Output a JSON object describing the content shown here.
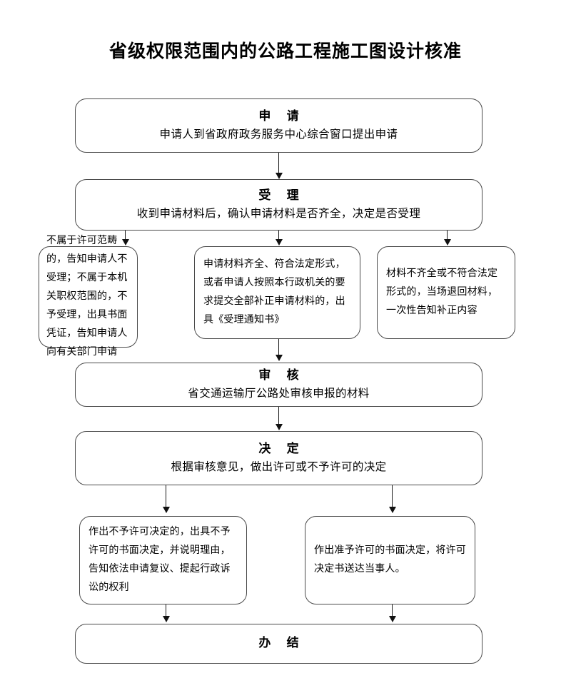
{
  "page": {
    "title": "省级权限范围内的公路工程施工图设计核准",
    "doc_type": "flowchart",
    "background_color": "#ffffff",
    "border_color": "#4a4a4a",
    "text_color": "#000000"
  },
  "flow": {
    "apply": {
      "heading": "申 请",
      "detail": "申请人到省政府政务服务中心综合窗口提出申请"
    },
    "accept": {
      "heading": "受 理",
      "detail": "收到申请材料后，确认申请材料是否齐全，决定是否受理"
    },
    "branches": [
      {
        "id": "not-in-scope",
        "text": "不属于许可范畴的，告知申请人不受理；不属于本机关职权范围的，不予受理，出具书面凭证，告知申请人向有关部门申请"
      },
      {
        "id": "materials-complete",
        "text": "申请材料齐全、符合法定形式，或者申请人按照本行政机关的要求提交全部补正申请材料的，出具《受理通知书》"
      },
      {
        "id": "materials-incomplete",
        "text": "材料不齐全或不符合法定形式的，当场退回材料，一次性告知补正内容"
      }
    ],
    "review": {
      "heading": "审 核",
      "detail": "省交通运输厅公路处审核申报的材料"
    },
    "decide": {
      "heading": "决 定",
      "detail": "根据审核意见，做出许可或不予许可的决定"
    },
    "outcomes": [
      {
        "id": "denied",
        "text": "作出不予许可决定的，出具不予许可的书面决定，并说明理由，告知依法申请复议、提起行政诉讼的权利"
      },
      {
        "id": "approved",
        "text": "作出准予许可的书面决定，将许可决定书送达当事人。"
      }
    ],
    "done": {
      "heading": "办 结"
    }
  }
}
